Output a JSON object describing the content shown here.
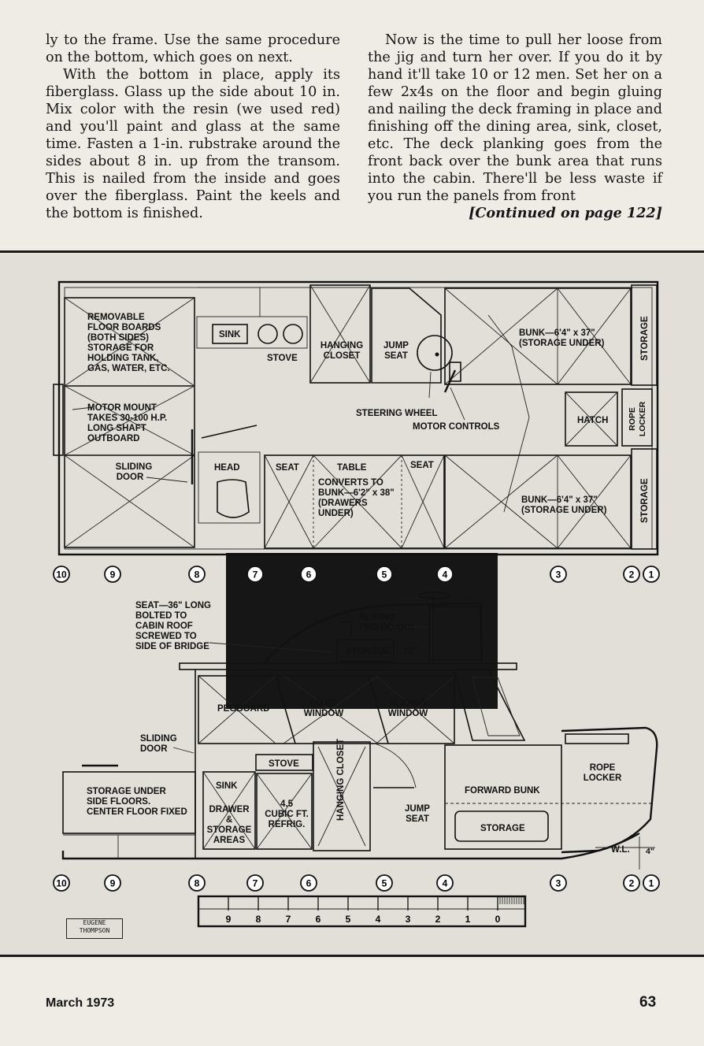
{
  "article": {
    "col_left_p1": "ly to the frame. Use the same procedure on the bottom, which goes on next.",
    "col_left_p2": "With the bottom in place, apply its fiberglass. Glass up the side about 10 in. Mix color with the resin (we used red) and you'll paint and glass at the same time. Fasten a 1-in. rubstrake around the sides about 8 in. up from the transom. This is nailed from the inside and goes over the fiberglass. Paint the keels and the bottom is finished.",
    "col_right_p1": "Now is the time to pull her loose from the jig and turn her over. If you do it by hand it'll take 10 or 12 men. Set her on a few 2x4s on the floor and begin gluing and nailing the deck framing in place and finishing off the dining area, sink, closet, etc. The deck planking goes from the front back over the bunk area that runs into the cabin. There'll be less waste if you run the panels from front",
    "continued": "[Continued on page 122]"
  },
  "plan": {
    "removable": [
      "REMOVABLE",
      "FLOOR BOARDS",
      "(BOTH SIDES)",
      "STORAGE FOR",
      "HOLDING TANK,",
      "GAS, WATER, ETC."
    ],
    "motor_mount": [
      "MOTOR MOUNT",
      "TAKES 30-100 H.P.",
      "LONG SHAFT",
      "OUTBOARD"
    ],
    "sliding_door": [
      "SLIDING",
      "DOOR"
    ],
    "sink": "SINK",
    "stove": "STOVE",
    "head": "HEAD",
    "hanging_closet": [
      "HANGING",
      "CLOSET"
    ],
    "jump_seat": [
      "JUMP",
      "SEAT"
    ],
    "bunk_top": [
      "BUNK—6'4\" x 37\"",
      "(STORAGE UNDER)"
    ],
    "bunk_bottom": [
      "BUNK—6'4\" x 37\"",
      "(STORAGE UNDER)"
    ],
    "storage": "STORAGE",
    "steering_wheel": "STEERING WHEEL",
    "motor_controls": "MOTOR CONTROLS",
    "hatch": "HATCH",
    "rope_locker": [
      "ROPE",
      "LOCKER"
    ],
    "seat": "SEAT",
    "table": [
      "TABLE",
      "CONVERTS TO",
      "BUNK—6'2\" x 38\"",
      "(DRAWERS",
      "UNDER)"
    ]
  },
  "profile": {
    "seat_note": [
      "SEAT—36\" LONG",
      "BOLTED TO",
      "CABIN ROOF",
      "SCREWED TO",
      "SIDE OF BRIDGE"
    ],
    "peg_board": [
      "SLIDING",
      "PEG BOARD"
    ],
    "storage": "STORAGE",
    "dim_12": "12\"",
    "pegboard": "PEGBOARD",
    "fixed_window": [
      "FIXED",
      "WINDOW"
    ],
    "sliding_window": [
      "SLIDING",
      "WINDOW"
    ],
    "sliding_door": [
      "SLIDING",
      "DOOR"
    ],
    "stove": "STOVE",
    "sink": "SINK",
    "drawer": [
      "DRAWER",
      "&",
      "STORAGE",
      "AREAS"
    ],
    "refrig": [
      "4.5",
      "CUBIC FT.",
      "REFRIG."
    ],
    "hanging_closet": "HANGING CLOSET",
    "jump_seat": [
      "JUMP",
      "SEAT"
    ],
    "storage_under": [
      "STORAGE UNDER",
      "SIDE FLOORS.",
      "CENTER FLOOR FIXED"
    ],
    "forward_bunk": "FORWARD BUNK",
    "storage2": "STORAGE",
    "rope_locker": [
      "ROPE",
      "LOCKER"
    ],
    "wl": "W.L.",
    "dim_4": "4\""
  },
  "stations": [
    "10",
    "9",
    "8",
    "7",
    "6",
    "5",
    "4",
    "3",
    "2",
    "1"
  ],
  "scale_labels": [
    "9",
    "8",
    "7",
    "6",
    "5",
    "4",
    "3",
    "2",
    "1",
    "0"
  ],
  "signature": [
    "EUGENE",
    "THOMPSON"
  ],
  "footer": {
    "date": "March 1973",
    "page": "63"
  }
}
